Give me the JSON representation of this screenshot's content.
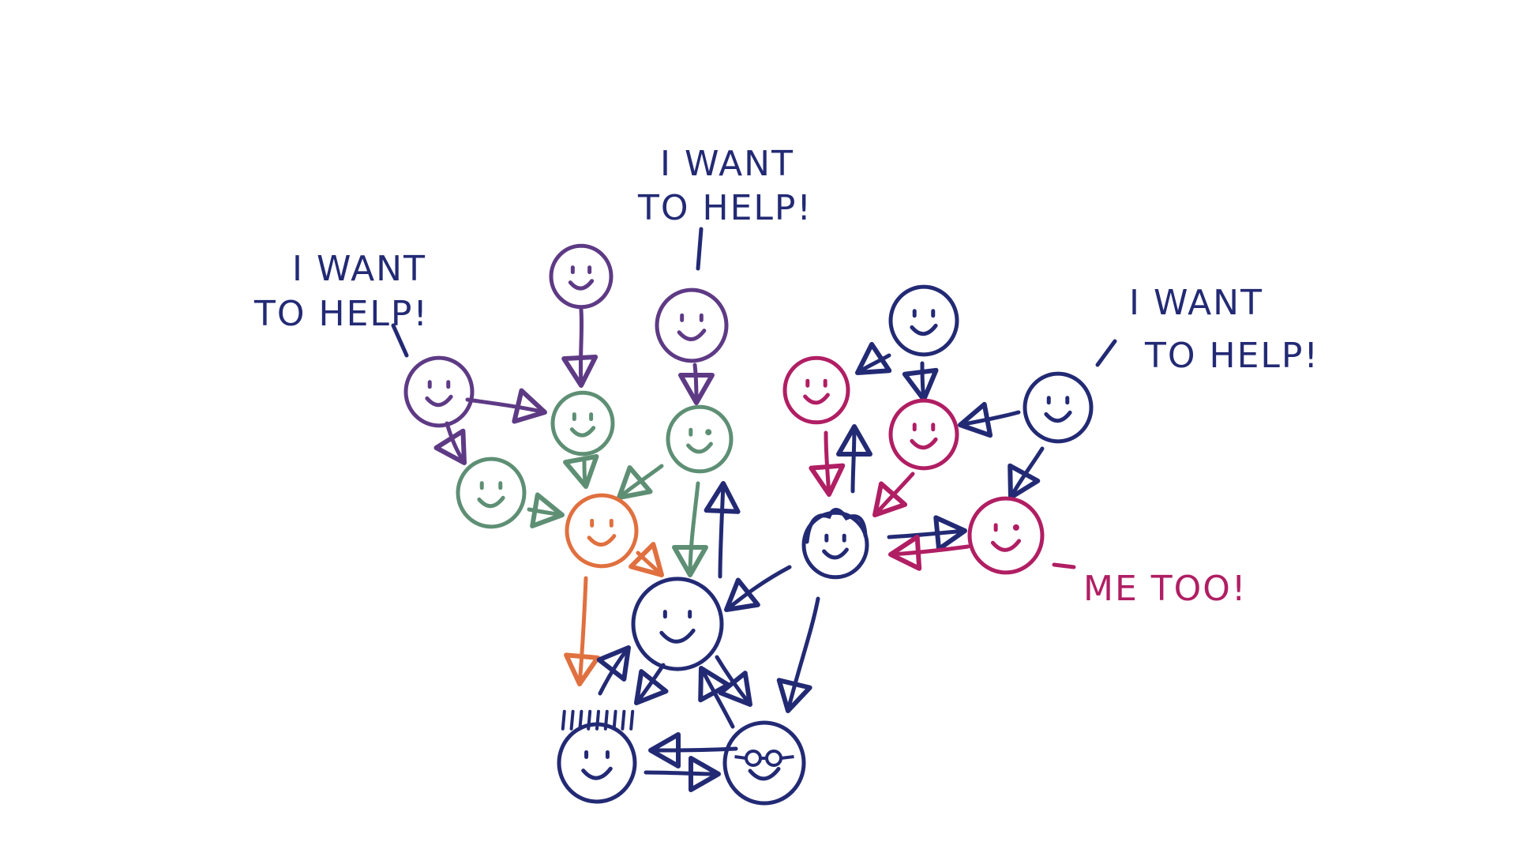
{
  "colors": {
    "navy": "#232a74",
    "purple": "#5e3a85",
    "green": "#5e8f74",
    "orange": "#e0703f",
    "magenta": "#b01e63"
  },
  "callouts": {
    "left": {
      "line1": "I WANT",
      "line2": "TO HELP!"
    },
    "top": {
      "line1": "I WANT",
      "line2": "TO HELP!"
    },
    "right": {
      "line1": "I WANT",
      "line2": "TO HELP!"
    },
    "me_too": "ME TOO!"
  },
  "people": [
    {
      "id": "purple-1",
      "color": "purple",
      "face": "smile"
    },
    {
      "id": "purple-2",
      "color": "purple",
      "face": "smile"
    },
    {
      "id": "purple-3",
      "color": "purple",
      "face": "smile"
    },
    {
      "id": "green-1",
      "color": "green",
      "face": "smile"
    },
    {
      "id": "green-2",
      "color": "green",
      "face": "wink"
    },
    {
      "id": "green-3",
      "color": "green",
      "face": "smile"
    },
    {
      "id": "orange-1",
      "color": "orange",
      "face": "smile"
    },
    {
      "id": "navy-center",
      "color": "navy",
      "face": "smile"
    },
    {
      "id": "navy-spiky",
      "color": "navy",
      "face": "spiky-hair"
    },
    {
      "id": "navy-glasses",
      "color": "navy",
      "face": "glasses"
    },
    {
      "id": "navy-curly",
      "color": "navy",
      "face": "curly-hair"
    },
    {
      "id": "navy-top",
      "color": "navy",
      "face": "smile"
    },
    {
      "id": "navy-right",
      "color": "navy",
      "face": "smile"
    },
    {
      "id": "magenta-1",
      "color": "magenta",
      "face": "smile"
    },
    {
      "id": "magenta-2",
      "color": "magenta",
      "face": "smile"
    },
    {
      "id": "magenta-3",
      "color": "magenta",
      "face": "wink"
    }
  ]
}
